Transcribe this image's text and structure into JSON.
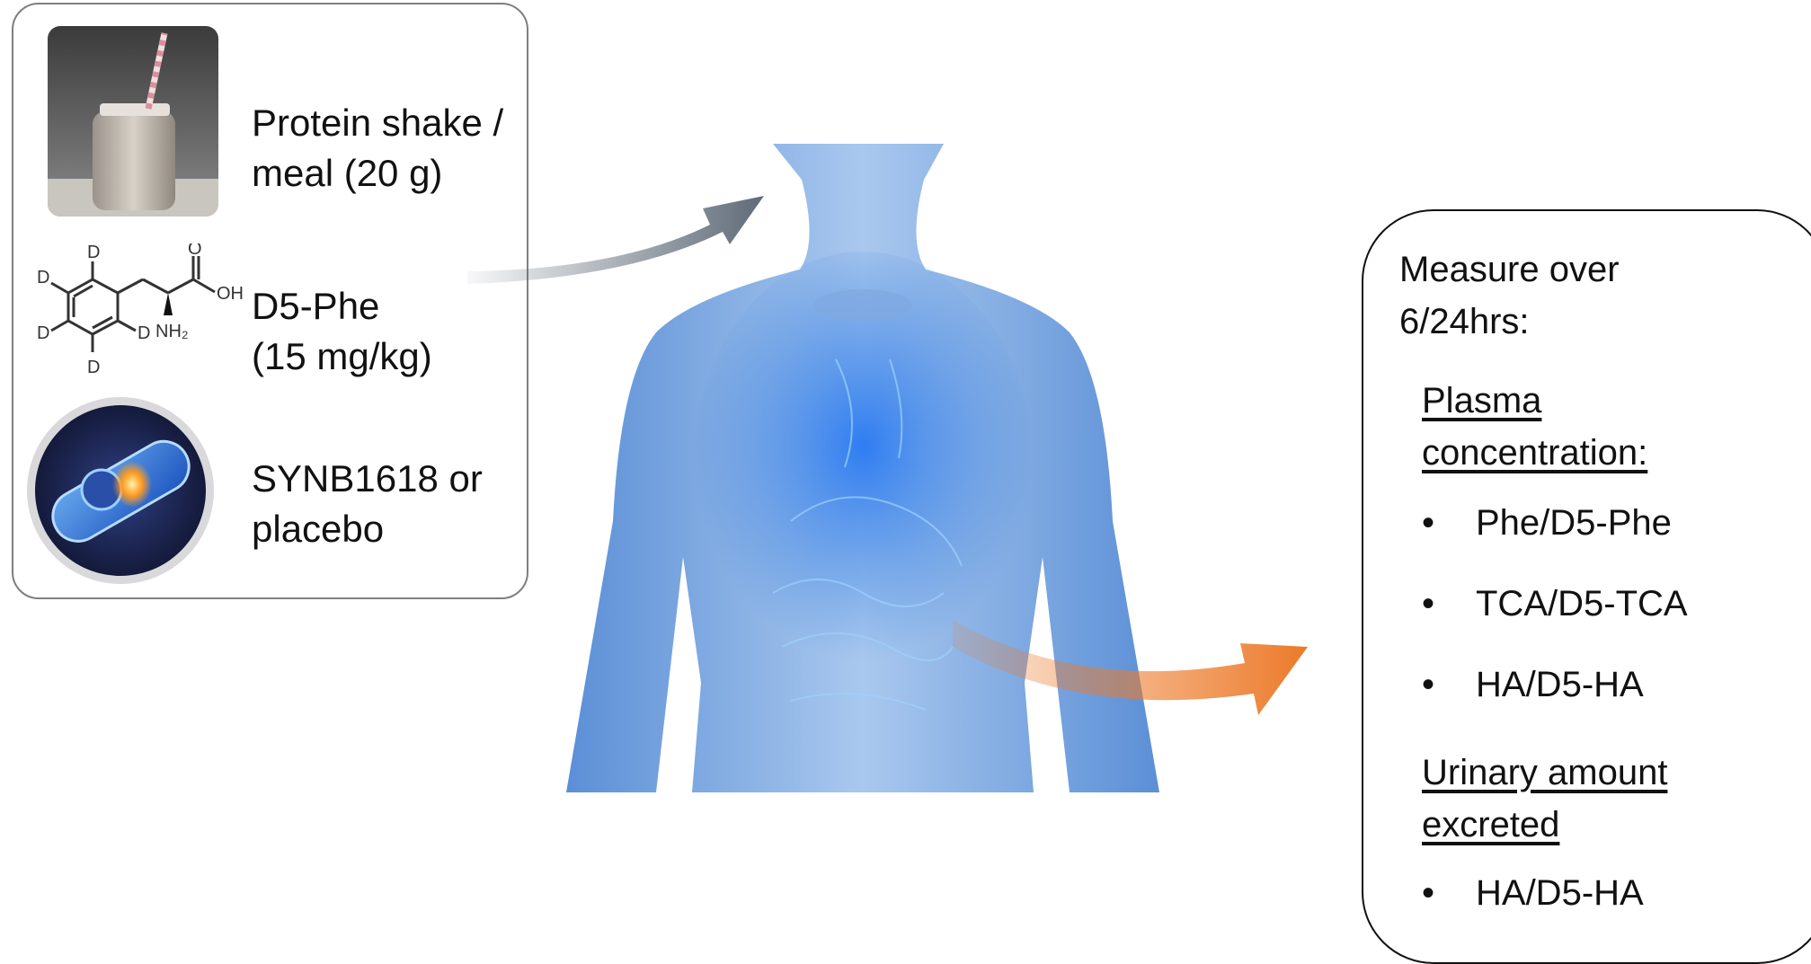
{
  "inputs": [
    {
      "id": "shake",
      "label": "Protein shake /\nmeal (20 g)",
      "icon": "protein-shake-photo"
    },
    {
      "id": "phe",
      "label": "D5-Phe\n(15 mg/kg)",
      "icon": "d5-phenylalanine-structure"
    },
    {
      "id": "synb",
      "label": "SYNB1618 or\nplacebo",
      "icon": "bacterium-capsule-image"
    }
  ],
  "molecule": {
    "d_label": "D",
    "oh_label": "OH",
    "o_label": "O",
    "nh2_label": "NH₂"
  },
  "measure": {
    "heading": "Measure over\n6/24hrs:",
    "plasma_title": "Plasma\nconcentration:",
    "plasma_items": [
      "Phe/D5-Phe",
      "TCA/D5-TCA",
      "HA/D5-HA"
    ],
    "urine_title": "Urinary amount\nexcreted",
    "urine_items": [
      "HA/D5-HA"
    ],
    "bullet": "•"
  },
  "colors": {
    "input_arrow": "#5f6b78",
    "output_arrow": "#ec7a2a",
    "body_blue": "#5b8fd6"
  }
}
